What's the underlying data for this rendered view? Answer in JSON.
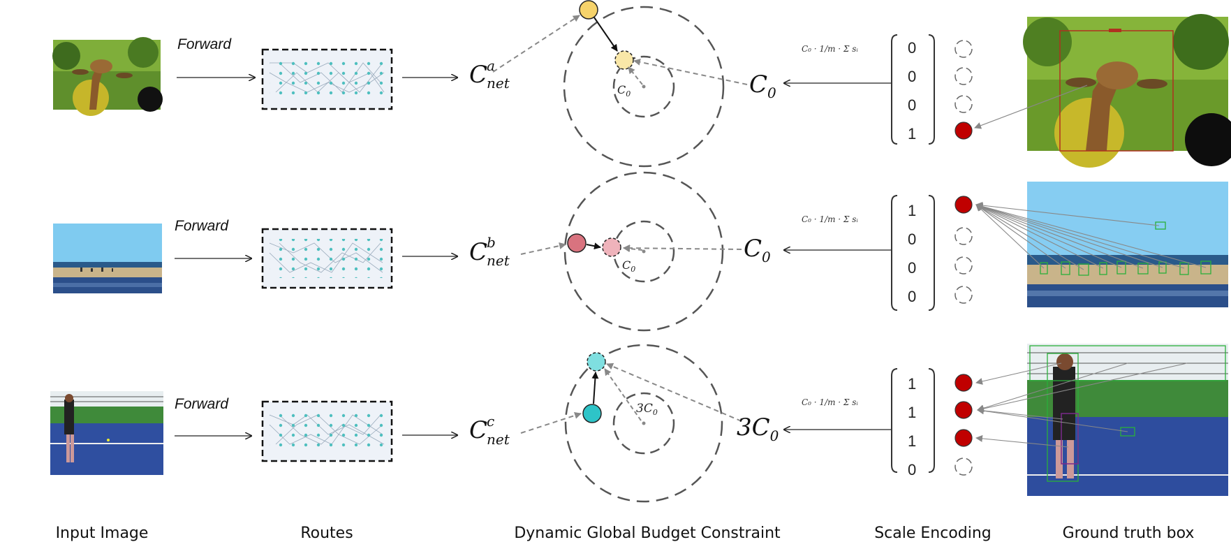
{
  "captions": {
    "input": "Input Image",
    "routes": "Routes",
    "budget": "Dynamic Global Budget Constraint",
    "scale": "Scale Encoding",
    "gt": "Ground truth box"
  },
  "rows": [
    {
      "forward_label": "Forward",
      "cnet_base": "C",
      "cnet_sup": "a",
      "cnet_sub": "net",
      "budget_base": "C",
      "budget_coef": "",
      "budget_sub": "0",
      "center_label_coef": "",
      "center_label_base": "C",
      "center_label_sub": "0",
      "formula": "C₀ · 1/m · Σ sᵢ",
      "vector": [
        "0",
        "0",
        "0",
        "1"
      ],
      "active": [
        false,
        false,
        false,
        true
      ],
      "dot_color": "#f6d36b"
    },
    {
      "forward_label": "Forward",
      "cnet_base": "C",
      "cnet_sup": "b",
      "cnet_sub": "net",
      "budget_base": "C",
      "budget_coef": "",
      "budget_sub": "0",
      "center_label_coef": "",
      "center_label_base": "C",
      "center_label_sub": "0",
      "formula": "C₀ · 1/m · Σ sᵢ",
      "vector": [
        "1",
        "0",
        "0",
        "0"
      ],
      "active": [
        true,
        false,
        false,
        false
      ],
      "dot_color": "#d9737f"
    },
    {
      "forward_label": "Forward",
      "cnet_base": "C",
      "cnet_sup": "c",
      "cnet_sub": "net",
      "budget_base": "C",
      "budget_coef": "3",
      "budget_sub": "0",
      "center_label_coef": "3",
      "center_label_base": "C",
      "center_label_sub": "0",
      "formula": "C₀ · 1/m · Σ sᵢ",
      "vector": [
        "1",
        "1",
        "1",
        "0"
      ],
      "active": [
        true,
        true,
        true,
        false
      ],
      "dot_color": "#3cc6c6"
    }
  ],
  "colors": {
    "active_scale": "#c00000",
    "route_bg": "#eef2f8",
    "route_node": "#4fbfbf",
    "dashed_circle": "#555555"
  }
}
